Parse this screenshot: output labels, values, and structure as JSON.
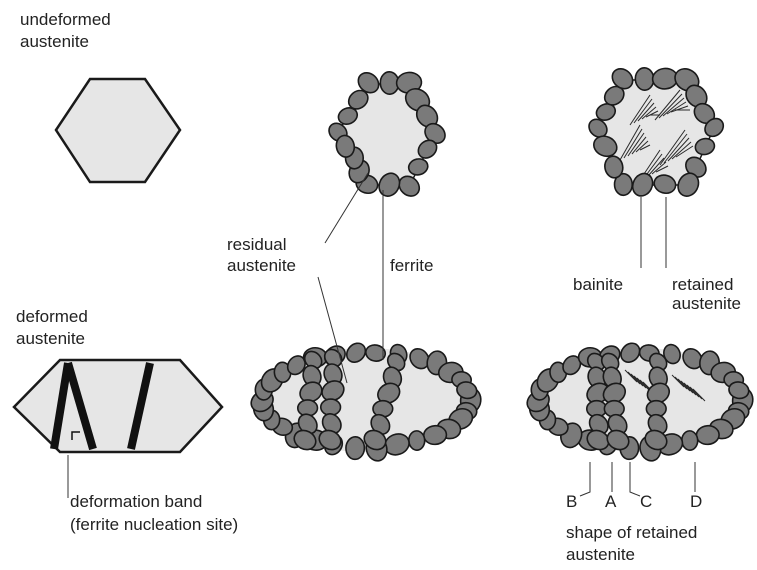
{
  "labels": {
    "undeformed_1": "undeformed",
    "undeformed_2": "austenite",
    "residual_1": "residual",
    "residual_2": "austenite",
    "ferrite": "ferrite",
    "bainite": "bainite",
    "retained_1": "retained",
    "retained_2": "austenite",
    "deformed_1": "deformed",
    "deformed_2": "austenite",
    "band_1": "deformation band",
    "band_2": "(ferrite nucleation site)",
    "B": "B",
    "A": "A",
    "C": "C",
    "D": "D",
    "shape_1": "shape of retained",
    "shape_2": "austenite"
  },
  "colors": {
    "grain_fill": "#e6e6e6",
    "outline": "#1a1a1a",
    "ferrite_grain": "#7a7a7a",
    "band": "#111111",
    "leader": "#333333"
  }
}
